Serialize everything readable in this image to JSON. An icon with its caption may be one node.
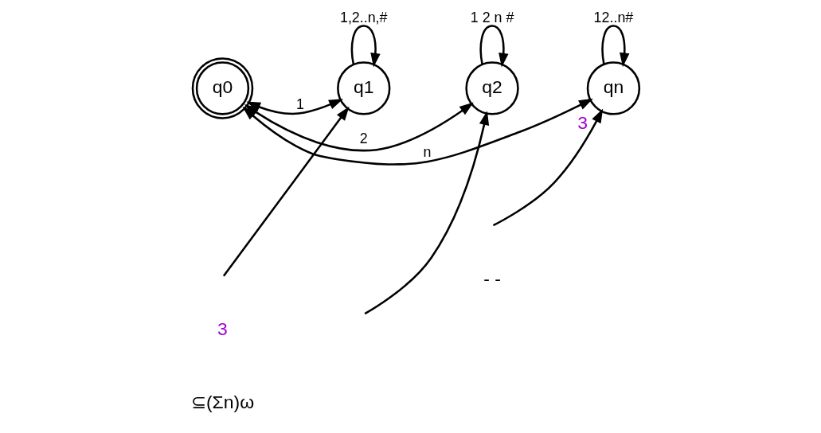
{
  "diagram": {
    "nodes": [
      {
        "text": [
          "q0"
        ]
      },
      {
        "text": [
          "q1"
        ]
      },
      {
        "text": [
          "q2"
        ]
      },
      {
        "text": [
          "qn"
        ],
        "beside": [
          "3"
        ]
      }
    ],
    "edges": [
      {
        "from": 0,
        "to": 1,
        "arrow": "both",
        "label": "1"
      },
      {
        "from": 0,
        "to": 2,
        "arrow": "both",
        "label": "2"
      },
      {
        "from": 0,
        "to": 3,
        "arrow": "both",
        "label": "n"
      },
      {
        "from": 1,
        "to": 1,
        "arrow": "to",
        "label": "1,2..n,#"
      },
      {
        "from": null,
        "to": 1,
        "arrow": "to"
      },
      {
        "from": 2,
        "to": 2,
        "arrow": "to",
        "label": "1 2 n #"
      },
      {
        "from": null,
        "to": 2,
        "arrow": "to"
      },
      {
        "from": 3,
        "to": 3,
        "arrow": "to",
        "label": "12..n#"
      },
      {
        "from": null,
        "to": 3,
        "arrow": "to"
      }
    ],
    "labels": [
      "⊆(Σn)ω",
      "3",
      "- -"
    ]
  }
}
